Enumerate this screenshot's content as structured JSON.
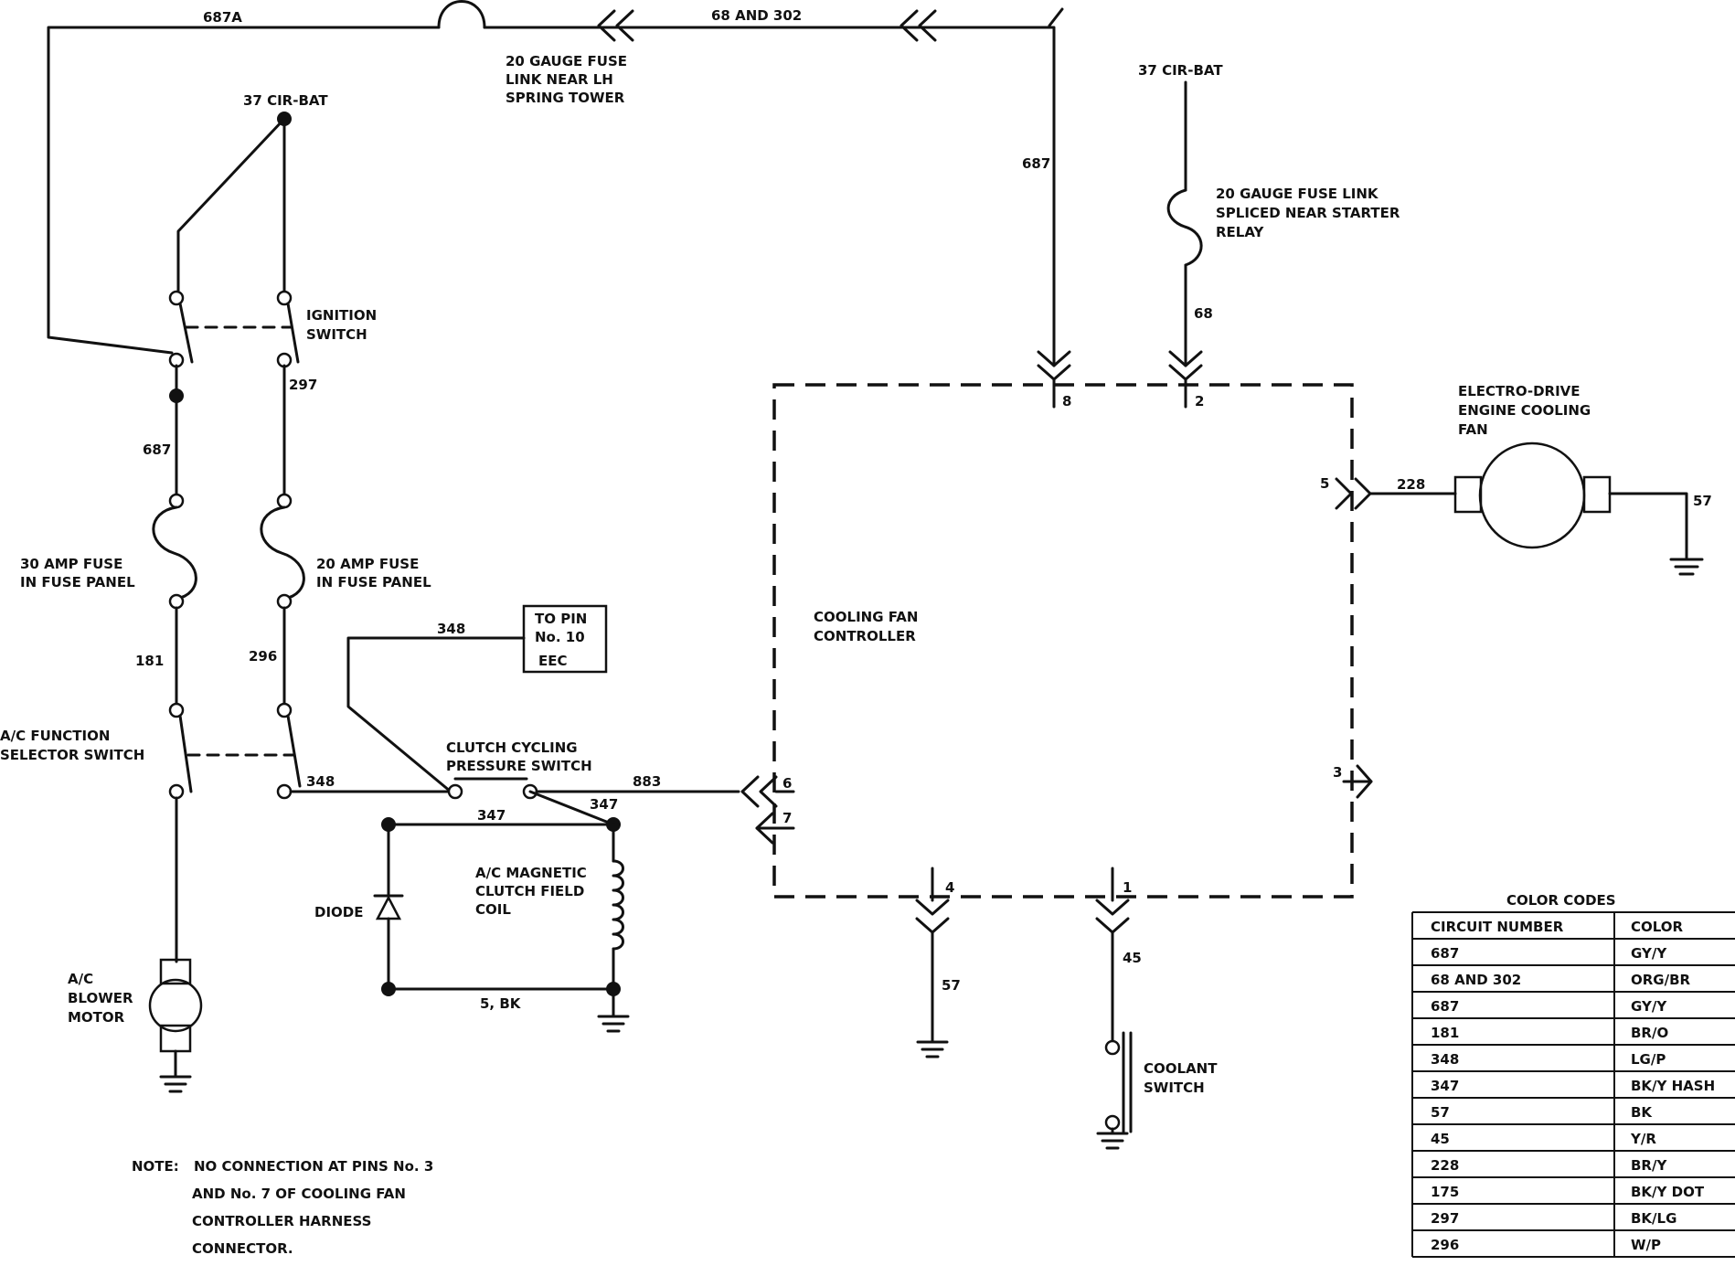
{
  "labels": {
    "w687a": "687A",
    "w68_302": "68 AND 302",
    "fuse_link_lh": [
      "20 GAUGE FUSE",
      "LINK NEAR LH",
      "SPRING TOWER"
    ],
    "cirbat_left": "37 CIR-BAT",
    "cirbat_right": "37 CIR-BAT",
    "fuse_link_starter": [
      "20 GAUGE FUSE LINK",
      "SPLICED NEAR STARTER",
      "RELAY"
    ],
    "w687_right": "687",
    "w68_right": "68",
    "ignition": [
      "IGNITION",
      "SWITCH"
    ],
    "w297": "297",
    "w687_left": "687",
    "fuse30": [
      "30 AMP FUSE",
      "IN FUSE PANEL"
    ],
    "fuse20": [
      "20 AMP FUSE",
      "IN FUSE PANEL"
    ],
    "w181": "181",
    "w296": "296",
    "ac_selector": [
      "A/C FUNCTION",
      "SELECTOR SWITCH"
    ],
    "w348_a": "348",
    "w348_b": "348",
    "eec": [
      "TO PIN",
      "No. 10",
      "EEC"
    ],
    "clutch_switch": [
      "CLUTCH CYCLING",
      "PRESSURE SWITCH"
    ],
    "w883": "883",
    "w347_a": "347",
    "w347_b": "347",
    "clutch_coil": [
      "A/C MAGNETIC",
      "CLUTCH FIELD",
      "COIL"
    ],
    "diode": "DIODE",
    "w5bk": "5, BK",
    "blower": [
      "A/C",
      "BLOWER",
      "MOTOR"
    ],
    "controller": [
      "COOLING FAN",
      "CONTROLLER"
    ],
    "pin8": "8",
    "pin2": "2",
    "pin5": "5",
    "pin3": "3",
    "pin6": "6",
    "pin7": "7",
    "pin4": "4",
    "pin1": "1",
    "w228": "228",
    "w57_fan": "57",
    "w57_ctrl": "57",
    "w45": "45",
    "fan": [
      "ELECTRO-DRIVE",
      "ENGINE COOLING",
      "FAN"
    ],
    "coolant": [
      "COOLANT",
      "SWITCH"
    ],
    "note": [
      "NOTE:",
      "NO CONNECTION AT PINS No. 3",
      "AND No. 7 OF COOLING FAN",
      "CONTROLLER HARNESS",
      "CONNECTOR."
    ]
  },
  "color_codes": {
    "title": "COLOR CODES",
    "headers": [
      "CIRCUIT NUMBER",
      "COLOR"
    ],
    "rows": [
      [
        "687",
        "GY/Y"
      ],
      [
        "68 AND 302",
        "ORG/BR"
      ],
      [
        "687",
        "GY/Y"
      ],
      [
        "181",
        "BR/O"
      ],
      [
        "348",
        "LG/P"
      ],
      [
        "347",
        "BK/Y HASH"
      ],
      [
        "57",
        "BK"
      ],
      [
        "45",
        "Y/R"
      ],
      [
        "228",
        "BR/Y"
      ],
      [
        "175",
        "BK/Y DOT"
      ],
      [
        "297",
        "BK/LG"
      ],
      [
        "296",
        "W/P"
      ]
    ]
  }
}
